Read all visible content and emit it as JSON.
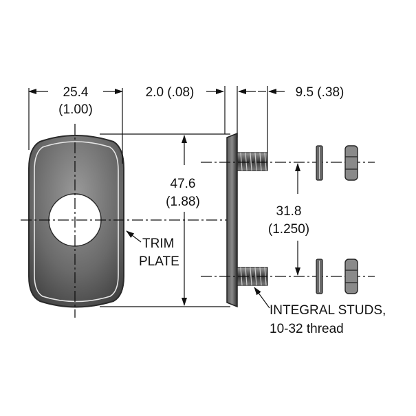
{
  "dimensions": {
    "plate_width_mm": "25.4",
    "plate_width_in": "(1.00)",
    "plate_thickness": "2.0 (.08)",
    "stud_length": "9.5 (.38)",
    "plate_height_mm": "47.6",
    "plate_height_in": "(1.88)",
    "stud_spacing_mm": "31.8",
    "stud_spacing_in": "(1.250)"
  },
  "labels": {
    "trim_plate_line1": "TRIM",
    "trim_plate_line2": "PLATE",
    "studs_line1": "INTEGRAL STUDS,",
    "studs_line2": "10-32 thread"
  },
  "colors": {
    "plate_dark": "#3a3a3a",
    "plate_mid": "#7a7a7a",
    "plate_light": "#a8a8a8",
    "line": "#111111"
  }
}
